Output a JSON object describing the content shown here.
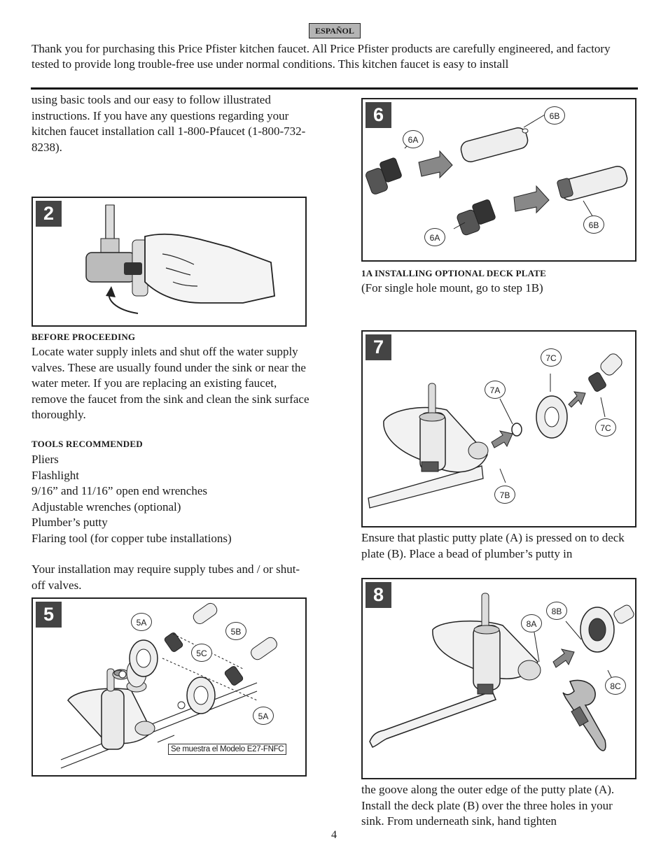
{
  "language_tab": "ESPAÑOL",
  "intro": "Thank you for purchasing this Price Pfister kitchen faucet.  All Price Pfister products are carefully engineered, and factory tested to provide long trouble-free use under normal conditions.  This kitchen faucet is easy to install",
  "left": {
    "intro_cont": "using basic tools and our easy to follow illustrated instructions.  If you have any questions regarding your kitchen faucet installation call 1-800-Pfaucet (1-800-732-8238).",
    "before_heading": "BEFORE PROCEEDING",
    "before_text": "Locate water supply inlets and shut off the water supply valves.  These are usually found under the sink or near the water meter.  If you are replacing an existing faucet, remove the faucet from the sink and clean the sink surface thoroughly.",
    "tools_heading": "TOOLS RECOMMENDED",
    "tools": [
      "Pliers",
      "Flashlight",
      "9/16” and 11/16” open end wrenches",
      "Adjustable wrenches (optional)",
      "Plumber’s putty",
      "Flaring tool (for copper tube installations)"
    ],
    "supply_note": "Your installation may require supply tubes and / or shut-off valves."
  },
  "figures": {
    "fig2": {
      "number": "2"
    },
    "fig5": {
      "number": "5",
      "labels": {
        "a1": "5A",
        "b": "5B",
        "c": "5C",
        "a2": "5A"
      },
      "caption": "Se muestra el Modelo E27-FNFC"
    },
    "fig6": {
      "number": "6",
      "labels": {
        "a1": "6A",
        "b1": "6B",
        "a2": "6A",
        "b2": "6B"
      }
    },
    "fig7": {
      "number": "7",
      "labels": {
        "c1": "7C",
        "a": "7A",
        "c2": "7C",
        "b": "7B"
      }
    },
    "fig8": {
      "number": "8",
      "labels": {
        "b": "8B",
        "a": "8A",
        "c": "8C"
      }
    }
  },
  "right": {
    "deck_heading": "1A   INSTALLING OPTIONAL DECK PLATE",
    "deck_sub": "(For single hole mount, go to step 1B)",
    "ensure_text": "Ensure that plastic putty plate (A) is pressed on to deck plate (B).  Place a bead of plumber’s putty in",
    "groove_text": "the goove along the outer edge of the putty plate (A).  Install the deck plate (B) over the three holes in your sink.  From underneath sink, hand tighten"
  },
  "page_number": "4"
}
